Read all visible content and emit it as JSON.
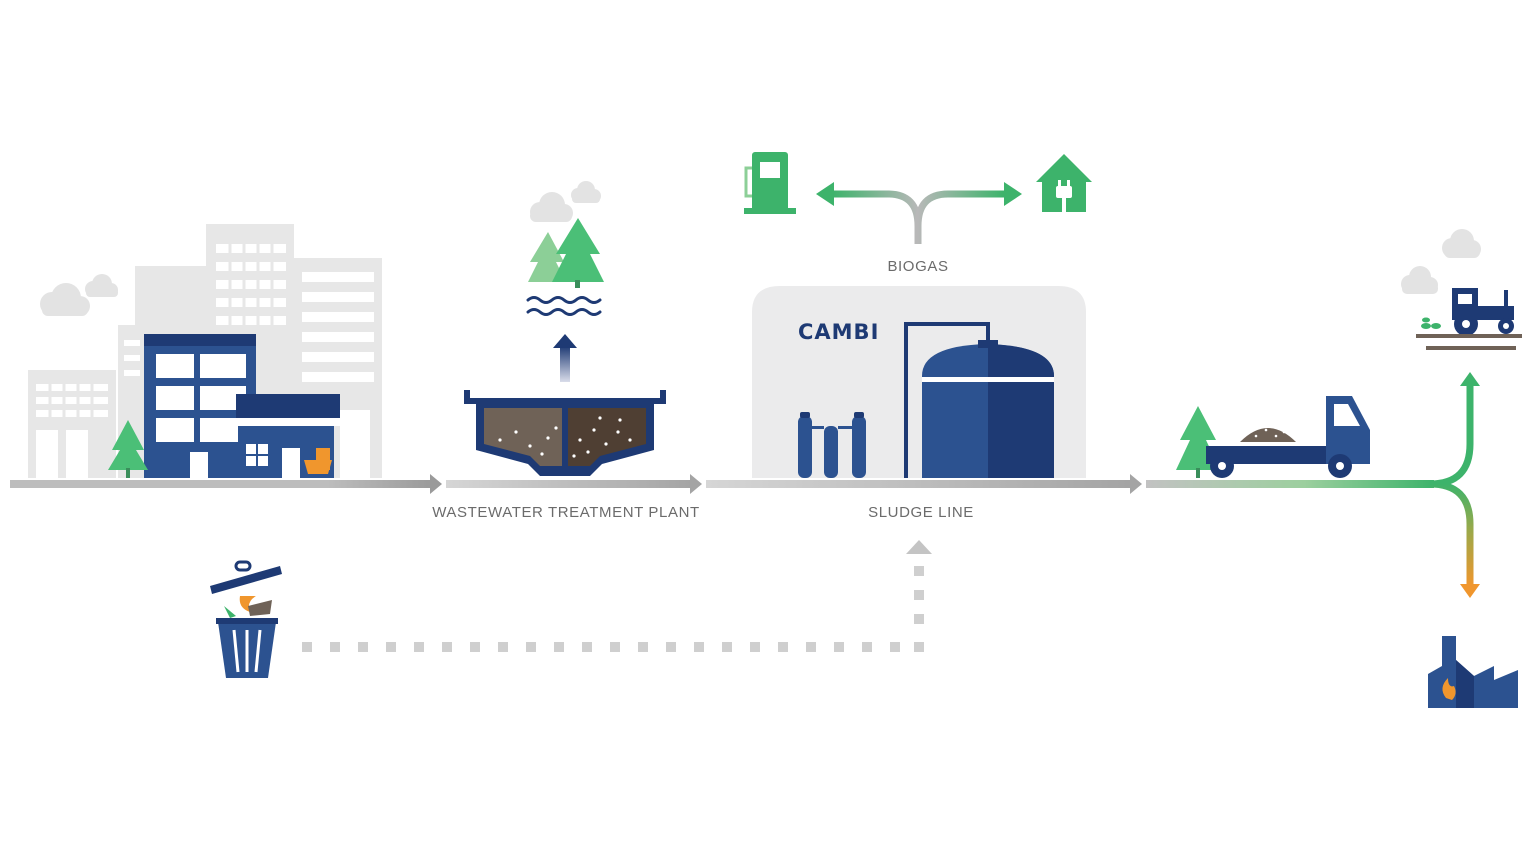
{
  "labels": {
    "wwtp": "WASTEWATER TREATMENT PLANT",
    "sludge_line": "SLUDGE LINE",
    "biogas": "BIOGAS",
    "brand": "CAMBI"
  },
  "colors": {
    "navy": "#1e3a74",
    "navy_mid": "#2c5290",
    "green": "#3db36b",
    "light_green": "#8ccf97",
    "orange": "#f0962d",
    "grey_line": "#b4b4b4",
    "building_grey": "#e6e6e6",
    "panel_grey": "#ebebec",
    "sludge_brown": "#6f6257"
  },
  "icons": [
    "city-buildings-icon",
    "tree-icon",
    "toilet-icon",
    "clean-water-icon",
    "treatment-tank-icon",
    "fuel-pump-icon",
    "house-plug-icon",
    "digester-tank-icon",
    "truck-icon",
    "tractor-icon",
    "factory-icon",
    "trash-bin-icon",
    "cloud-icon"
  ]
}
